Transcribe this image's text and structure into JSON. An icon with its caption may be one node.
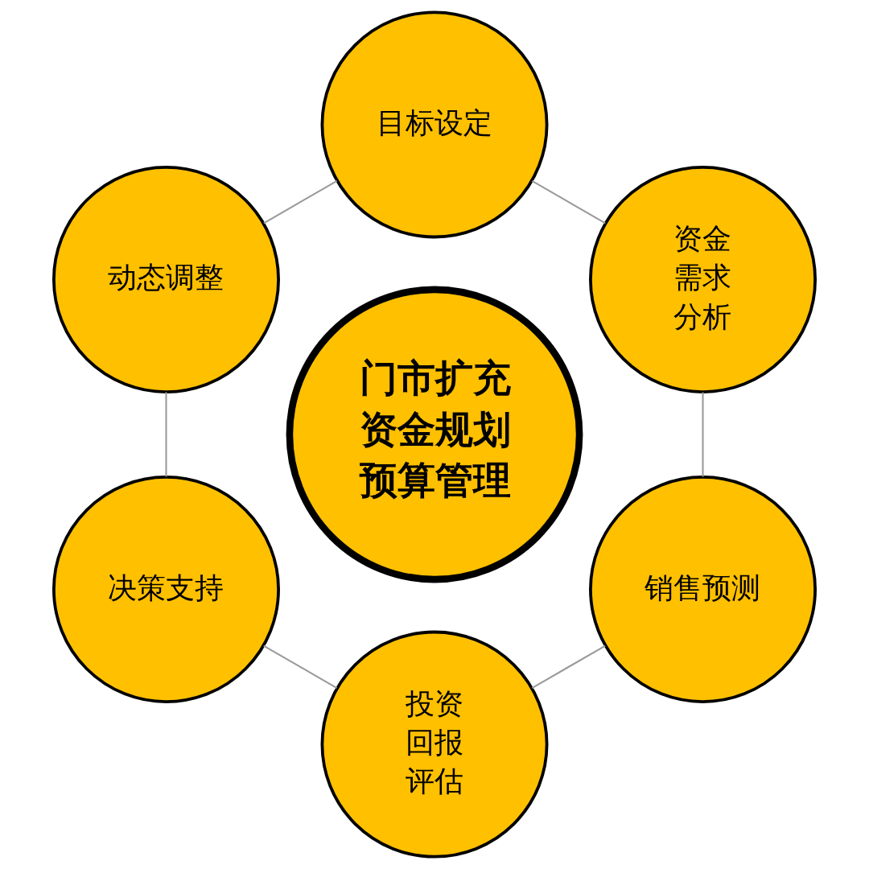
{
  "diagram": {
    "nodes": [
      {
        "text": [
          "门市扩充资金规划预算管理"
        ]
      },
      {
        "text": [
          "目标设定"
        ]
      },
      {
        "text": [
          "资金需求分析"
        ]
      },
      {
        "text": [
          "销售预测"
        ]
      },
      {
        "text": [
          "投资回报评估"
        ]
      },
      {
        "text": [
          "决策支持"
        ]
      },
      {
        "text": [
          "动态调整"
        ]
      }
    ],
    "edges": [
      {
        "from": 1,
        "to": 2,
        "arrow": "none"
      },
      {
        "from": 2,
        "to": 3,
        "arrow": "none"
      },
      {
        "from": 3,
        "to": 4,
        "arrow": "none"
      },
      {
        "from": 4,
        "to": 5,
        "arrow": "none"
      },
      {
        "from": 5,
        "to": 6,
        "arrow": "none"
      },
      {
        "from": 6,
        "to": 1,
        "arrow": "none"
      }
    ]
  }
}
